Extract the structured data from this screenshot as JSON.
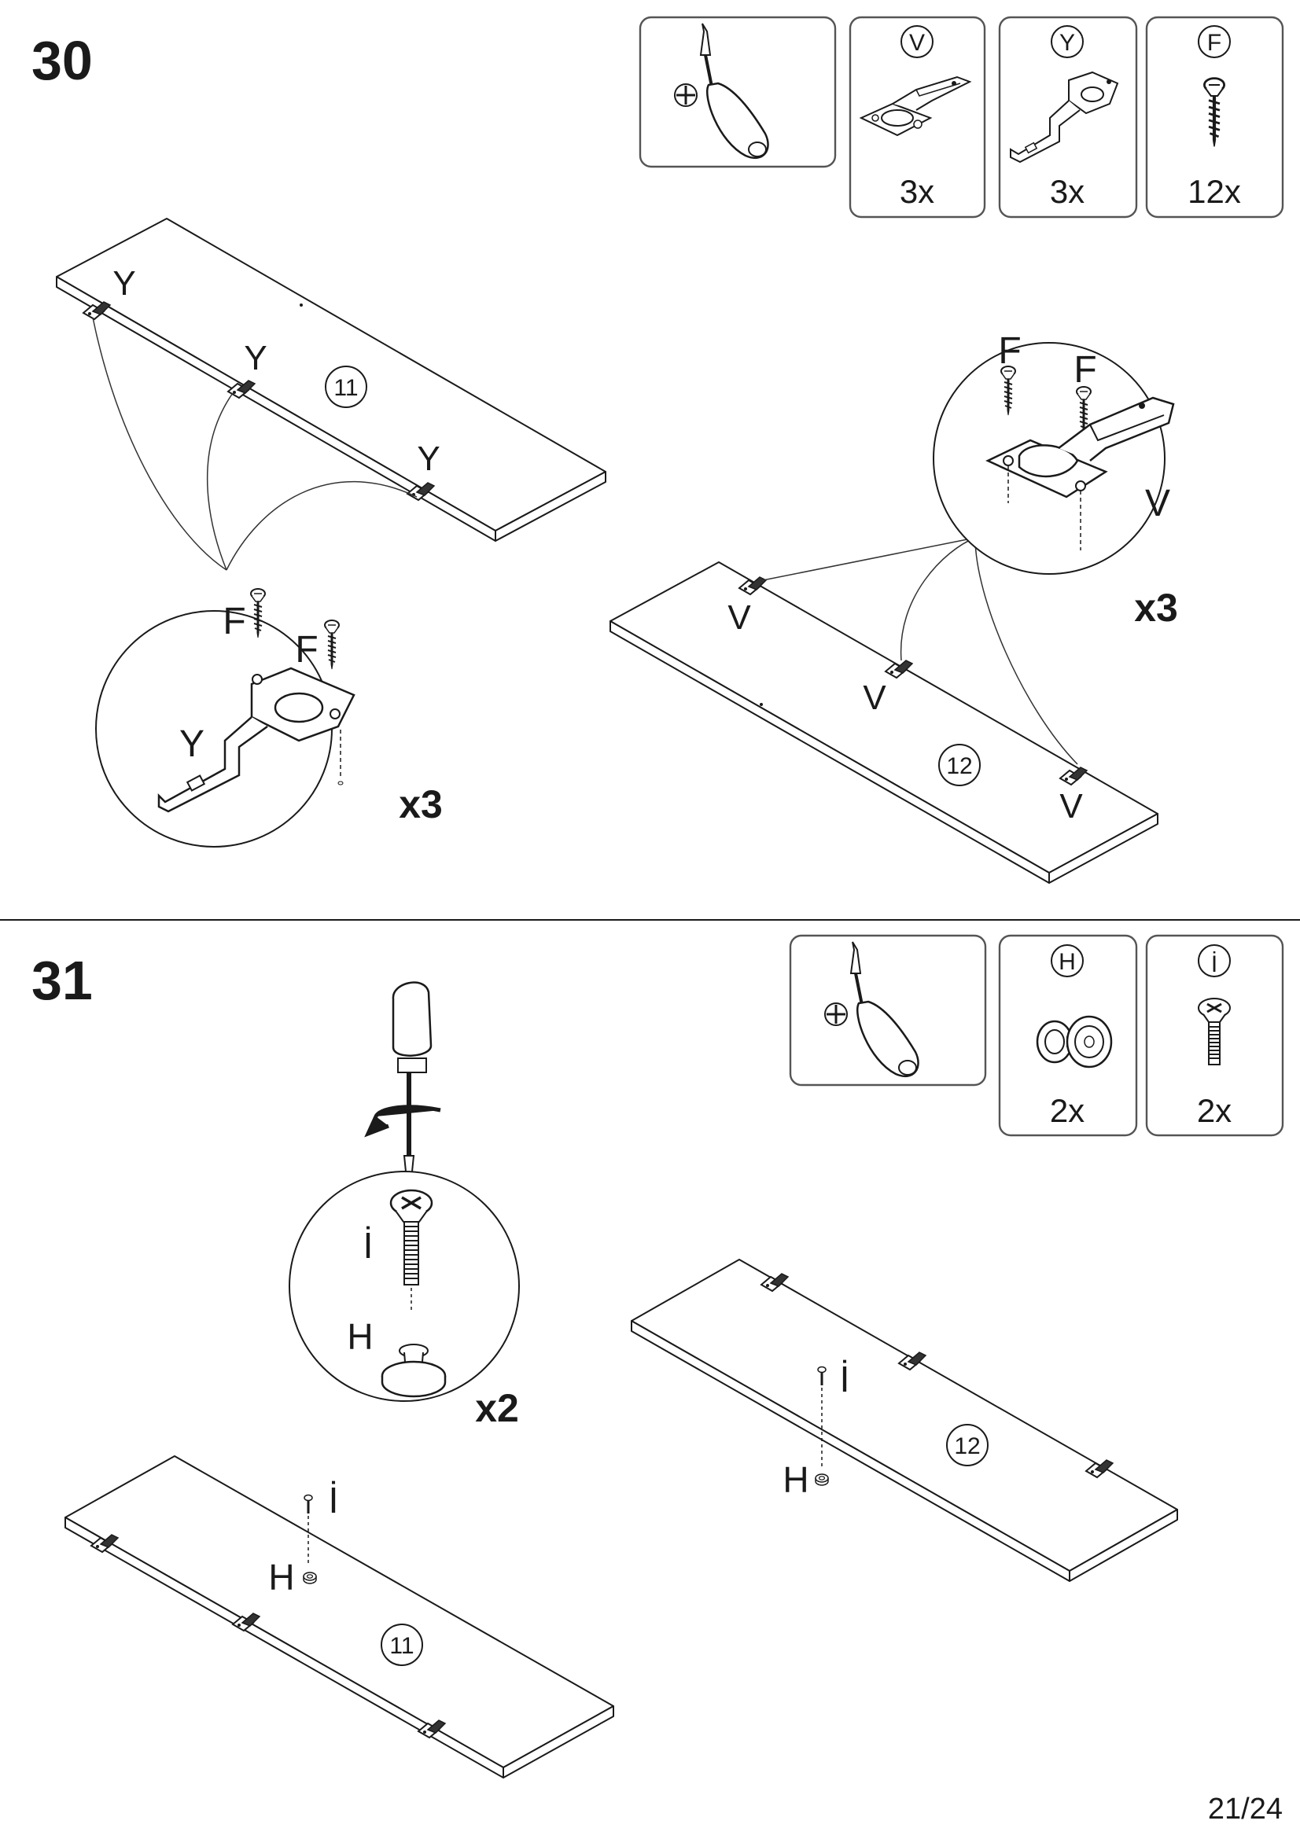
{
  "page": {
    "number": "21/24"
  },
  "step30": {
    "number": "30",
    "tool": "screwdriver-icon",
    "parts": [
      {
        "id": "V",
        "count": "3x",
        "icon": "hinge-cup-icon"
      },
      {
        "id": "Y",
        "count": "3x",
        "icon": "hinge-arm-icon"
      },
      {
        "id": "F",
        "count": "12x",
        "icon": "wood-screw-icon"
      }
    ],
    "panel11": "11",
    "panel12": "12",
    "hinge_y": "Y",
    "hinge_v": "V",
    "screw_f": "F",
    "repeat": "x3"
  },
  "step31": {
    "number": "31",
    "tool": "screwdriver-icon",
    "parts": [
      {
        "id": "H",
        "count": "2x",
        "icon": "knob-icon"
      },
      {
        "id": "İ",
        "count": "2x",
        "icon": "machine-screw-icon"
      }
    ],
    "panel11": "11",
    "panel12": "12",
    "knob": "H",
    "screw": "İ",
    "repeat": "x2"
  }
}
